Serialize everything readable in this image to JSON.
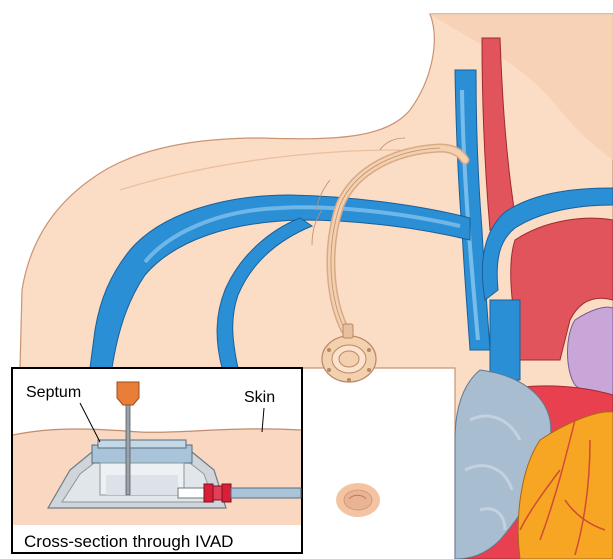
{
  "inset": {
    "labels": {
      "septum": "Septum",
      "skin": "Skin",
      "caption": "Cross-section through IVAD"
    }
  },
  "colors": {
    "skin": "#fbdcc4",
    "skin_shadow": "#f2c2a2",
    "vein": "#2b8fd6",
    "vein_highlight": "#8cc8ef",
    "artery": "#e2545c",
    "heart": "#e8404e",
    "pericardium": "#a9bdd1",
    "muscle": "#f6a623",
    "catheter": "#f3d0ae",
    "port_body": "#cfd5da",
    "septum": "#a9c4d8",
    "needle_hub": "#e97d3a",
    "connector": "#d81f37",
    "inset_bg": "#f9d7c0"
  },
  "icons": {
    "port": "implanted-port-icon",
    "needle": "huber-needle-icon"
  }
}
